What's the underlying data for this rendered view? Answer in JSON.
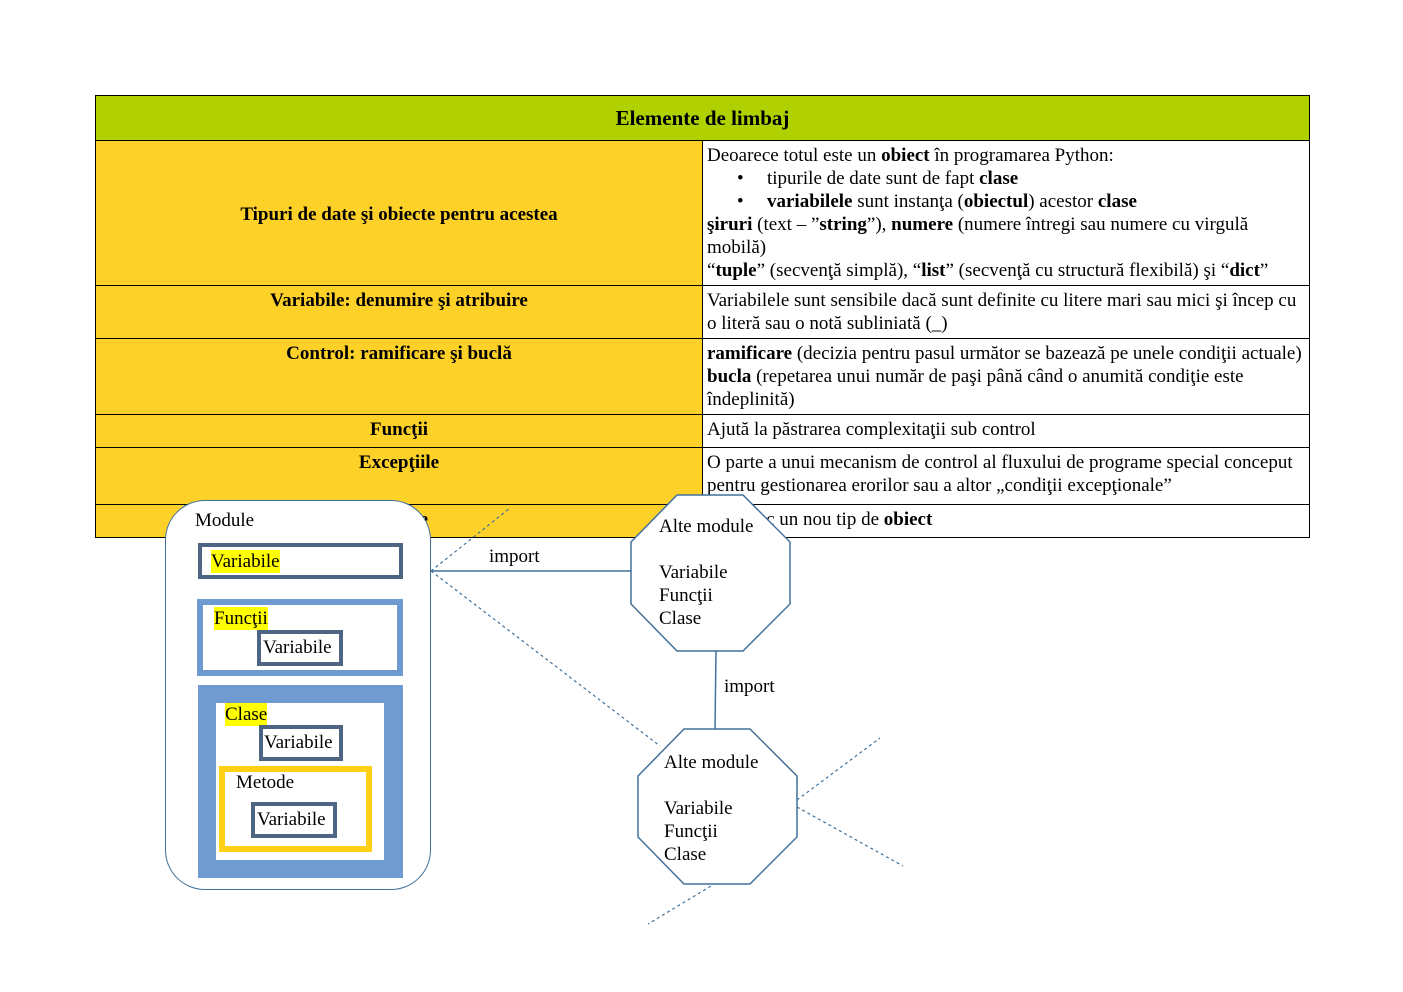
{
  "table": {
    "title": "Elemente de limbaj",
    "rows": [
      {
        "label": "Tipuri de date şi obiecte pentru acestea",
        "desc": {
          "l1_a": "Deoarece totul este un ",
          "l1_b": "obiect",
          "l1_c": " în programarea Python:",
          "b1_a": "tipurile de date sunt de fapt ",
          "b1_b": "clase",
          "b2_a": "variabilele",
          "b2_b": " sunt instanţa (",
          "b2_c": "obiectul",
          "b2_d": ") acestor ",
          "b2_e": "clase",
          "l4_a": "şiruri",
          "l4_b": " (text – ”",
          "l4_c": "string",
          "l4_d": "”), ",
          "l4_e": "numere",
          "l4_f": " (numere întregi sau numere cu virgulă mobilă)",
          "l5_a": "“",
          "l5_b": "tuple",
          "l5_c": "” (secvenţă simplă), “",
          "l5_d": "list",
          "l5_e": "” (secvenţă cu structură flexibilă) şi “",
          "l5_f": "dict",
          "l5_g": "”"
        }
      },
      {
        "label": "Variabile: denumire şi atribuire",
        "desc": "Variabilele sunt sensibile dacă sunt definite cu litere mari sau mici şi încep cu o literă sau o notă subliniată (_)"
      },
      {
        "label": "Control: ramificare şi buclă",
        "desc": {
          "l1_a": "ramificare",
          "l1_b": " (decizia pentru pasul următor se bazează pe unele condiţii actuale)",
          "l2_a": "bucla",
          "l2_b": " (repetarea unui număr de paşi până când o anumită condiţie este îndeplinită)"
        }
      },
      {
        "label": "Funcţii",
        "desc": "Ajută la păstrarea complexitaţii sub control"
      },
      {
        "label": "Excepţiile",
        "desc": "O parte a unui mecanism de control al fluxului de programe special conceput pentru gestionarea erorilor sau a altor „condiţii excepţionale”"
      },
      {
        "label": "Clasele",
        "desc": {
          "a": "Definesc un nou tip de ",
          "b": "obiect"
        }
      }
    ]
  },
  "diagram": {
    "module_label": "Module",
    "variables": "Variabile",
    "functions": "Funcţii",
    "classes": "Clase",
    "methods": "Metode",
    "import_label": "import",
    "other_modules": {
      "title": "Alte module",
      "items": [
        "Variabile",
        "Funcţii",
        "Clase"
      ]
    },
    "colors": {
      "header_green": "#b0d000",
      "label_yellow": "#fed128",
      "box_blue": "#6f9bd0",
      "border_slate": "#4d6582",
      "method_yellow": "#ffd015",
      "highlight": "#ffff00",
      "line_blue": "#41719c"
    }
  }
}
